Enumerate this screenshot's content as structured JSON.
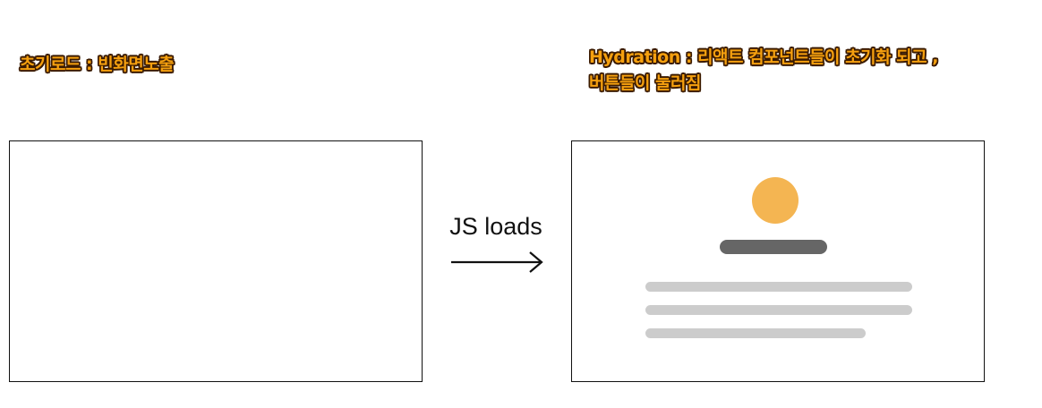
{
  "captions": {
    "initial_load": "초기로드 : 빈화면노출",
    "hydration_line1": "Hydration : 리액트 컴포넌트들이 초기화 되고 ,",
    "hydration_line2": "버튼들이 눌러짐"
  },
  "transition": {
    "label": "JS loads",
    "icon": "arrow-right-icon"
  },
  "colors": {
    "caption_fill": "#f5a00f",
    "caption_outline": "#3a1a00",
    "avatar": "#f4b552",
    "title_bar": "#666666",
    "text_line": "#cccccc",
    "border": "#111111"
  }
}
